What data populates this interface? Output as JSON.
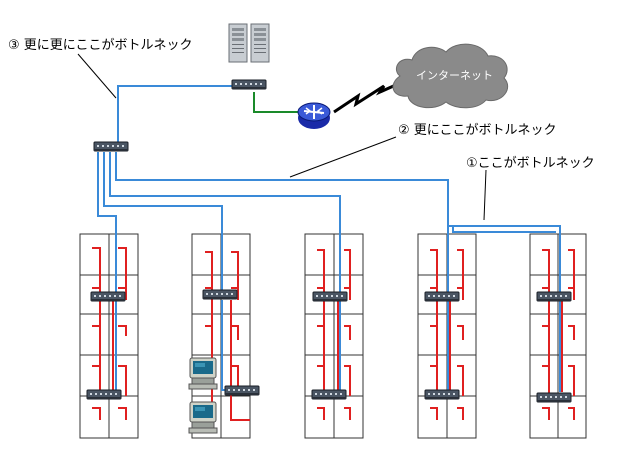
{
  "labels": {
    "bottleneck_1": "①ここがボトルネック",
    "bottleneck_2": "② 更にここがボトルネック",
    "bottleneck_3": "③ 更に更にここがボトルネック",
    "internet": "インターネット"
  },
  "icons": {
    "server": "server-icon",
    "router": "router-icon",
    "switch": "switch-icon",
    "pc": "pc-icon",
    "cloud": "cloud-icon"
  },
  "colors": {
    "lan_cable": "#3a8ad8",
    "floor_cable": "#e02020",
    "router_link": "#1a8a2a",
    "wan_link": "#000000",
    "cloud": "#8a8a8a",
    "grid": "#333333"
  }
}
